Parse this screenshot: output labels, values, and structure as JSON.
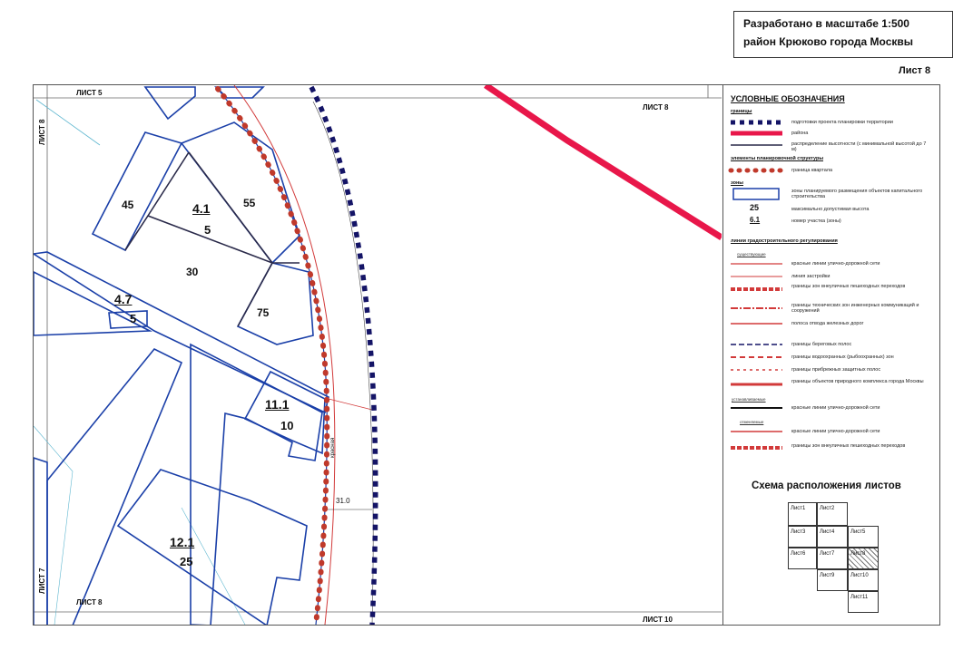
{
  "header": {
    "line1": "Разработано в масштабе 1:500",
    "line2": "район Крюково города Москвы",
    "sheet": "Лист 8"
  },
  "sheet_labels": {
    "top_left": "ЛИСТ 5",
    "left_vertical_top": "ЛИСТ 8",
    "top_right": "ЛИСТ 8",
    "bottom_left": "ЛИСТ 8",
    "left_vertical_bottom": "ЛИСТ 7",
    "bottom_right": "ЛИСТ 10"
  },
  "plots": [
    {
      "id": "4.1",
      "height": "5"
    },
    {
      "id": "4.7",
      "height": "5"
    },
    {
      "id": "11.1",
      "height": "10"
    },
    {
      "id": "12.1",
      "height": "25"
    }
  ],
  "heights": {
    "h45": "45",
    "h55": "55",
    "h30": "30",
    "h75": "75"
  },
  "dimension": "31.0",
  "street_label": "красная",
  "legend": {
    "title": "УСЛОВНЫЕ ОБОЗНАЧЕНИЯ",
    "sec_borders": "границы",
    "item_project": "подготовки проекта планировки территории",
    "item_district": "района",
    "item_height": "распределение высотности (с минимальной высотой до 7 м)",
    "sec_elements": "элементы планировочной структуры",
    "item_quarter": "граница квартала",
    "sec_zones": "зоны",
    "item_zone": "зоны планируемого размещения объектов капитального строительства",
    "item_height_box": "25",
    "item_height_label": "максимально допустимая высота",
    "item_plot_id": "6.1",
    "item_plot_label": "номер участка (зоны)",
    "sec_urban": "линии градостроительного регулирования",
    "sub_existing": "существующие",
    "item_red_lines": "красные линии улично-дорожной сети",
    "item_build_line": "линия застройки",
    "item_ped": "границы зон внеуличных пешеходных переходов",
    "item_tech": "границы технических зон инженерных коммуникаций и сооружений",
    "item_rail": "полоса отвода железных дорог",
    "item_shore": "границы береговых полос",
    "item_water": "границы водоохранных (рыбоохранных) зон",
    "item_protect": "границы прибрежных защитных полос",
    "item_nature": "границы объектов природного комплекса города Москвы",
    "sub_established": "устанавливаемые",
    "item_red_lines2": "красные линии улично-дорожной сети",
    "sub_cancelled": "отменяемые",
    "item_red_lines3": "красные линии улично-дорожной сети",
    "item_ped2": "границы зон внеуличных пешеходных переходов"
  },
  "scheme": {
    "title": "Схема расположения листов",
    "cells": [
      "Лист1",
      "Лист2",
      "Лист3",
      "Лист4",
      "Лист5",
      "Лист6",
      "Лист7",
      "Лист8",
      "Лист9",
      "Лист10",
      "Лист11"
    ]
  },
  "colors": {
    "plot_line": "#1a3fa8",
    "district": "#e8174a",
    "quarter": "#c0392b",
    "project": "#141466",
    "red_line": "#d23a3a"
  }
}
